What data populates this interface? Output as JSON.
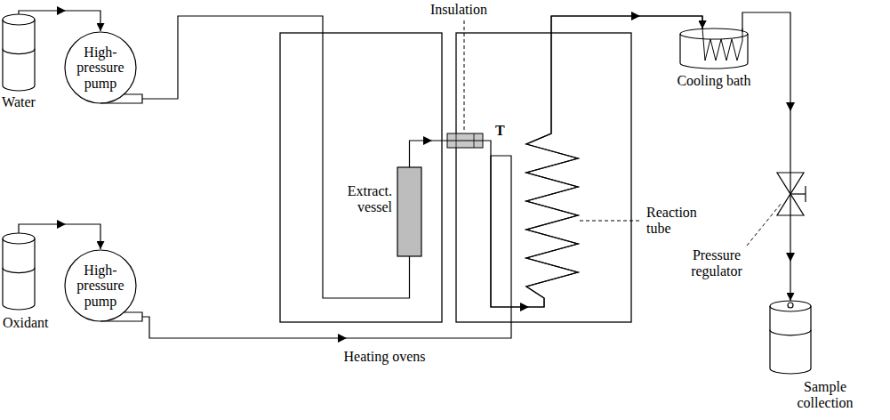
{
  "diagram": {
    "nodes": [
      {
        "text": [
          "Water"
        ]
      },
      {
        "text": [
          "High-pressure pump"
        ]
      },
      {
        "text": [
          "Oxidant"
        ]
      },
      {
        "text": [
          "High-pressure pump"
        ]
      },
      {
        "text": [
          "Extract. vessel"
        ]
      },
      {
        "text": [
          "Cooling bath"
        ]
      },
      {
        "text": [
          "Sample collection"
        ]
      }
    ],
    "edges": [
      {
        "from": 0,
        "to": 1,
        "arrow": "to"
      },
      {
        "from": 2,
        "to": 3,
        "arrow": "to"
      },
      {
        "from": 1,
        "to": 4,
        "arrow": "none"
      },
      {
        "from": 4,
        "to": 5,
        "arrow": "to"
      },
      {
        "from": 3,
        "to": 5,
        "arrow": "to"
      },
      {
        "from": 5,
        "to": 6,
        "arrow": "to"
      }
    ],
    "labels": [
      "Insulation",
      "T",
      "Reaction tube",
      "Heating ovens",
      "Pressure regulator"
    ]
  }
}
